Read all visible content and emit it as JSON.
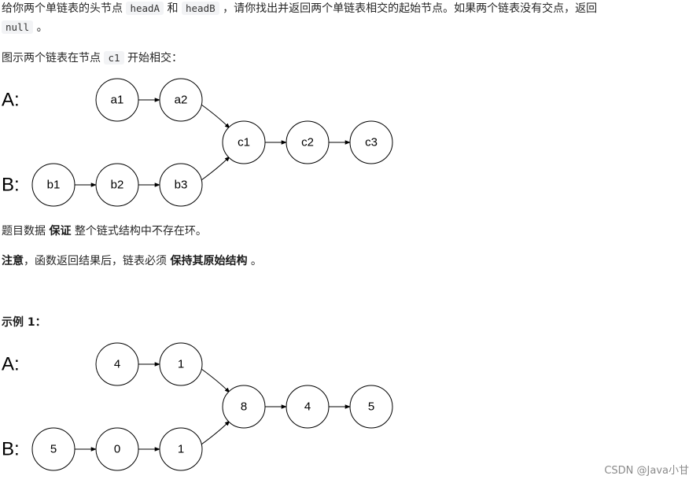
{
  "intro": {
    "line1_part1": "给你两个单链表的头节点",
    "code_head_a": "headA",
    "line1_part2": "和",
    "code_head_b": "headB",
    "line1_part3": "，请你找出并返回两个单链表相交的起始节点。如果两个链表没有交点，返回",
    "code_null": "null",
    "line2_end": "。"
  },
  "figure_caption": {
    "prefix": "图示两个链表在节点",
    "code_node": "c1",
    "suffix": "开始相交："
  },
  "diagram1": {
    "list_a_label": "A:",
    "list_b_label": "B:",
    "list_a": [
      "a1",
      "a2"
    ],
    "list_b": [
      "b1",
      "b2",
      "b3"
    ],
    "shared": [
      "c1",
      "c2",
      "c3"
    ]
  },
  "guarantee": {
    "part1": "题目数据",
    "bold": "保证",
    "part2": "整个链式结构中不存在环。"
  },
  "note": {
    "bold1": "注意",
    "part1": "，函数返回结果后，链表必须",
    "bold2": "保持其原始结构",
    "part2": "。"
  },
  "example1": {
    "title": "示例 1："
  },
  "diagram2": {
    "list_a_label": "A:",
    "list_b_label": "B:",
    "list_a": [
      "4",
      "1"
    ],
    "list_b": [
      "5",
      "0",
      "1"
    ],
    "shared": [
      "8",
      "4",
      "5"
    ]
  },
  "watermark": "CSDN @Java小甘"
}
